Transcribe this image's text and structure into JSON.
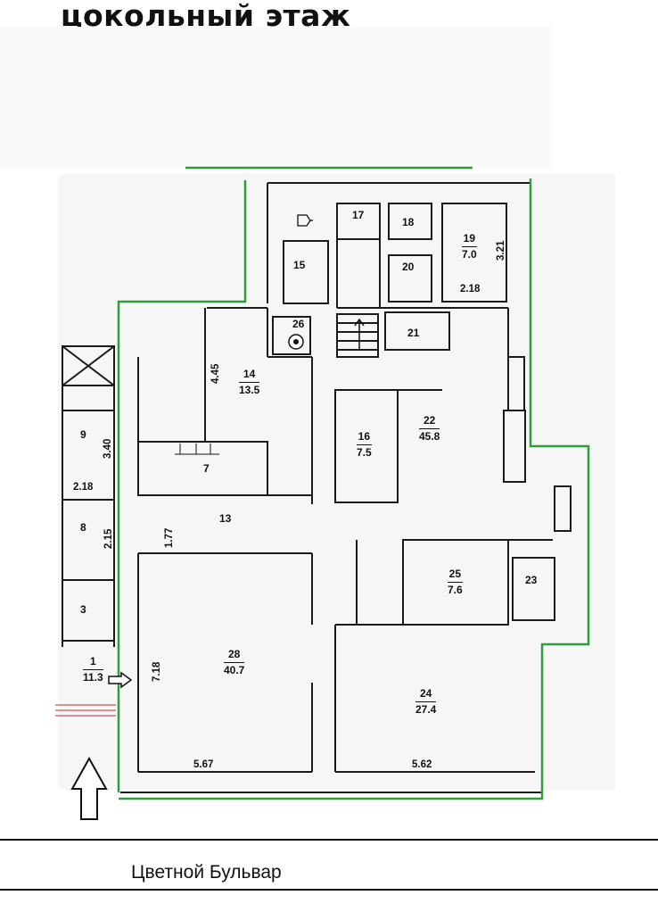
{
  "title": "цокольный этаж",
  "street": "Цветной Бульвар",
  "colors": {
    "boundary": "#2e9e3a",
    "wall": "#1a1a1a",
    "paper": "#ffffff"
  },
  "rooms": [
    {
      "id": "r1",
      "num": "1",
      "area": "11.3"
    },
    {
      "id": "r3",
      "num": "3"
    },
    {
      "id": "r7",
      "num": "7"
    },
    {
      "id": "r8",
      "num": "8"
    },
    {
      "id": "r9",
      "num": "9"
    },
    {
      "id": "r13",
      "num": "13"
    },
    {
      "id": "r14",
      "num": "14",
      "area": "13.5"
    },
    {
      "id": "r15",
      "num": "15"
    },
    {
      "id": "r16",
      "num": "16",
      "area": "7.5"
    },
    {
      "id": "r17",
      "num": "17"
    },
    {
      "id": "r18",
      "num": "18"
    },
    {
      "id": "r19",
      "num": "19",
      "area": "7.0"
    },
    {
      "id": "r20",
      "num": "20"
    },
    {
      "id": "r21",
      "num": "21"
    },
    {
      "id": "r22",
      "num": "22",
      "area": "45.8"
    },
    {
      "id": "r23",
      "num": "23"
    },
    {
      "id": "r24",
      "num": "24",
      "area": "27.4"
    },
    {
      "id": "r25",
      "num": "25",
      "area": "7.6"
    },
    {
      "id": "r26",
      "num": "26"
    },
    {
      "id": "r28",
      "num": "28",
      "area": "40.7"
    }
  ],
  "dimensions": [
    "4.45",
    "3.40",
    "2.18",
    "2.15",
    "1.77",
    "7.18",
    "5.67",
    "5.62",
    "3.21",
    "2.18"
  ],
  "icons": [
    "entrance-arrow-icon",
    "street-arrow-icon",
    "stair-icon",
    "sink-icon",
    "toilet-icon",
    "fixture-icon"
  ]
}
